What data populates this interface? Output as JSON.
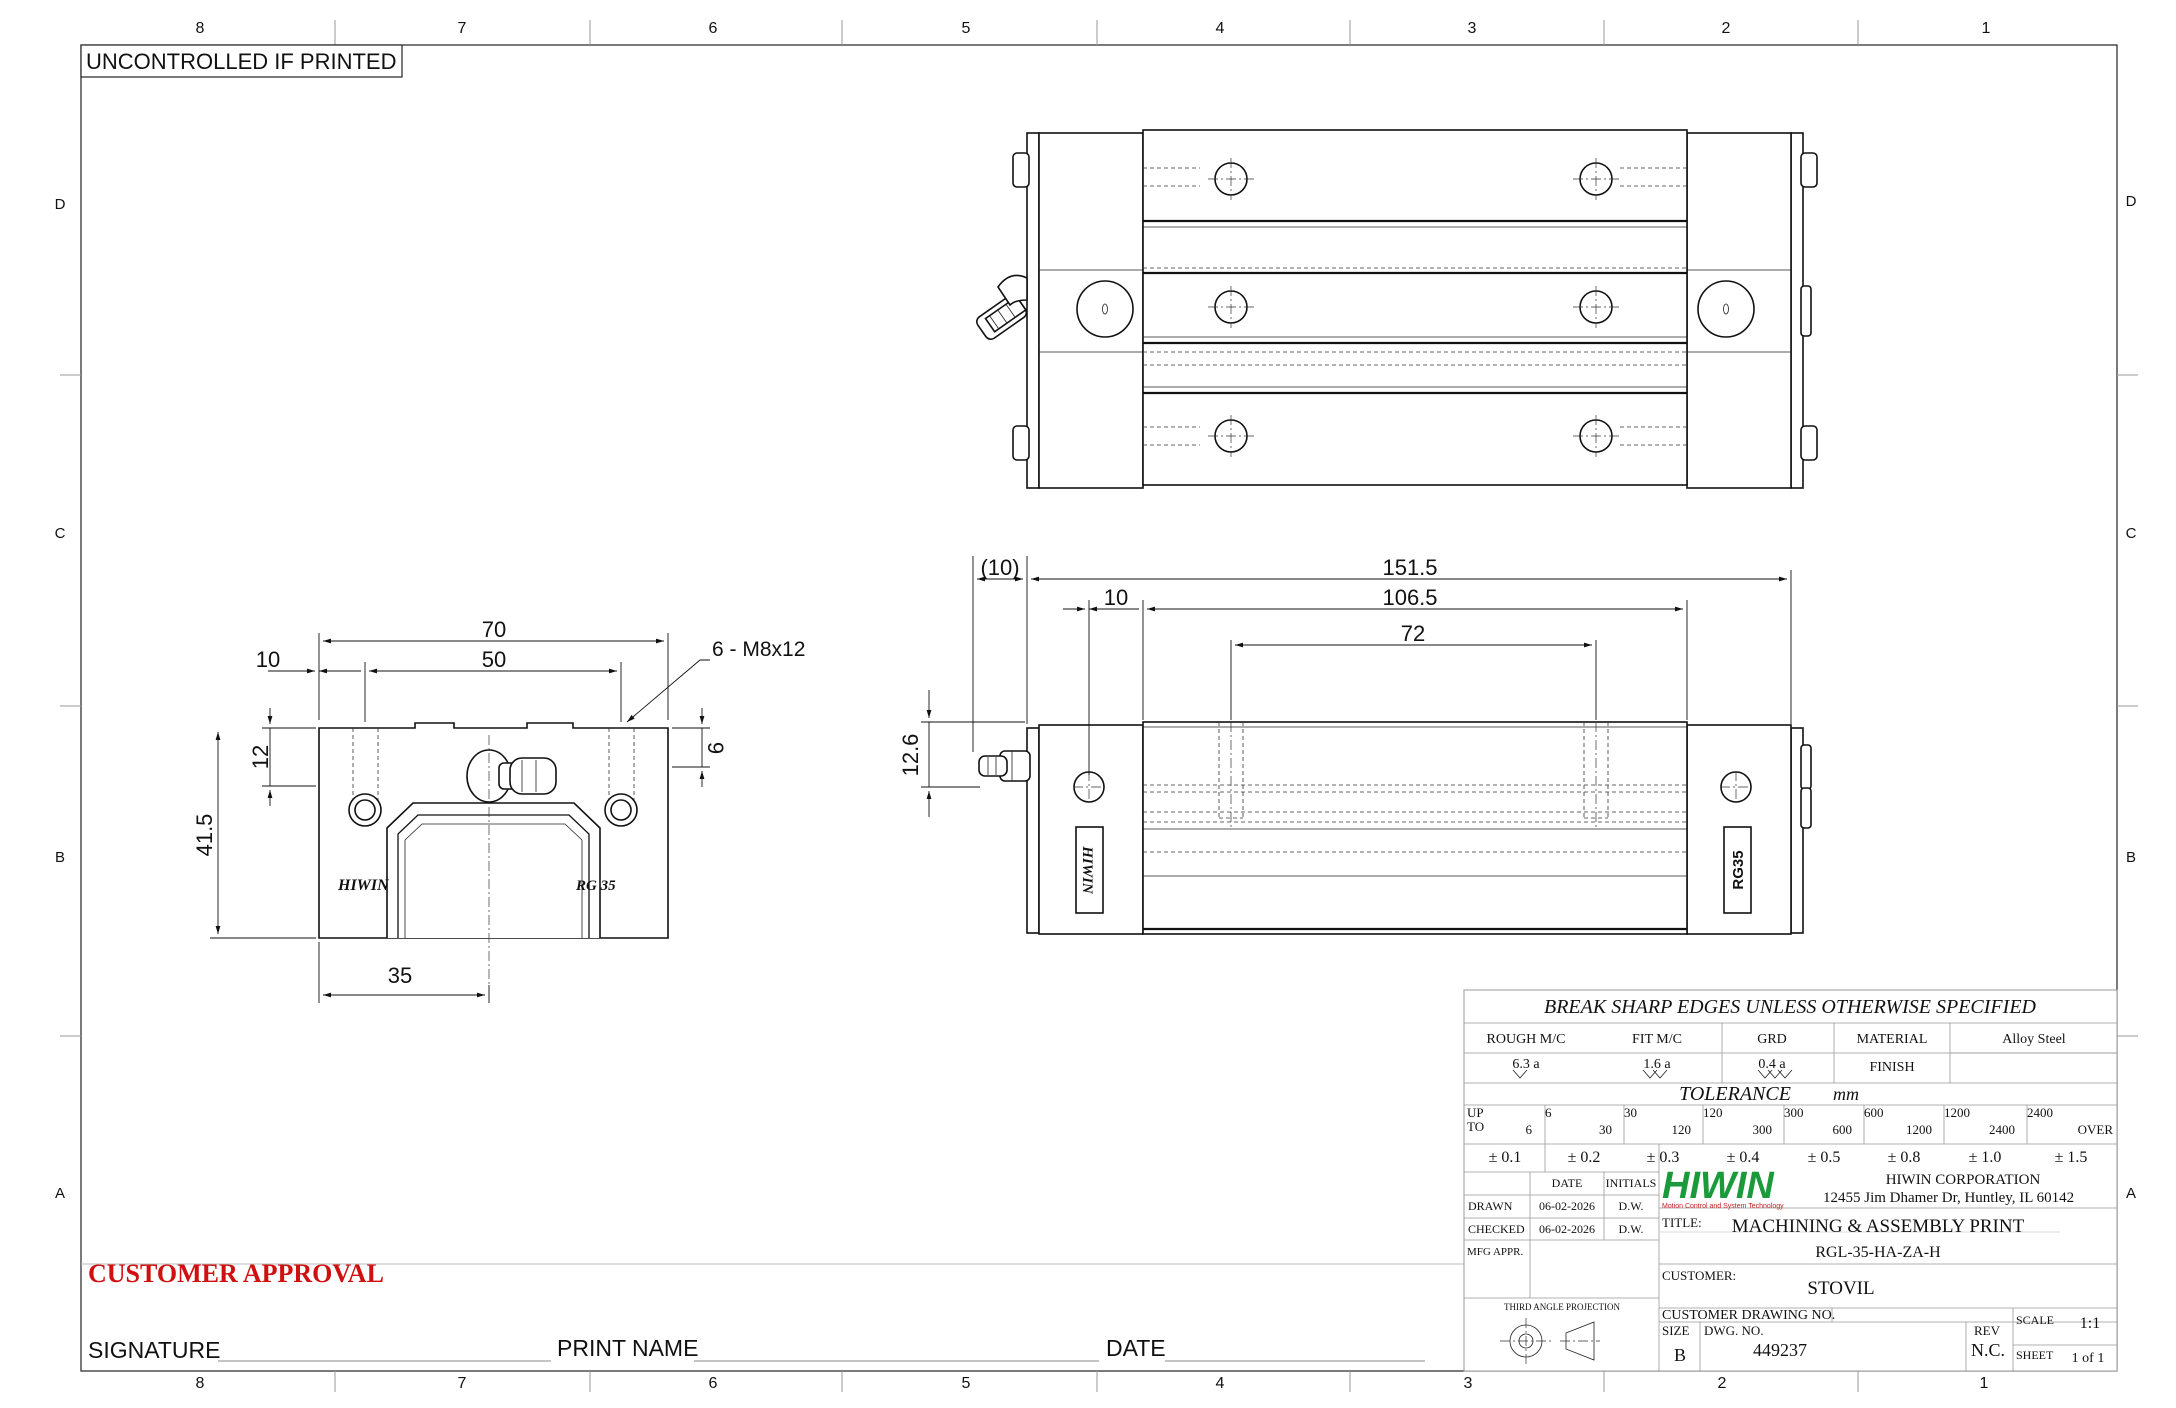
{
  "header": {
    "uncontrolled": "UNCONTROLLED IF PRINTED"
  },
  "zones": {
    "columns": [
      "8",
      "7",
      "6",
      "5",
      "4",
      "3",
      "2",
      "1"
    ],
    "rows": [
      "D",
      "C",
      "B",
      "A"
    ]
  },
  "dimensions": {
    "width_70": "70",
    "hole_offset_10": "10",
    "hole_spacing_50": "50",
    "thread_callout": "6 - M8x12",
    "height_12": "12",
    "height_41_5": "41.5",
    "offset_9": "9",
    "center_35": "35",
    "ref_10": "(10)",
    "length_151_5": "151.5",
    "offset_10": "10",
    "length_106_5": "106.5",
    "spacing_72": "72",
    "height_12_6": "12.6"
  },
  "part_marks": {
    "brand": "HIWIN",
    "size": "RG 35",
    "size_side": "RG35"
  },
  "approval": {
    "title": "CUSTOMER APPROVAL",
    "signature": "SIGNATURE",
    "print_name": "PRINT NAME",
    "date": "DATE"
  },
  "title_block": {
    "note": "BREAK SHARP EDGES UNLESS OTHERWISE SPECIFIED",
    "rough_label": "ROUGH M/C",
    "rough_value": "6.3 a",
    "fit_label": "FIT M/C",
    "fit_value": "1.6 a",
    "grd_label": "GRD",
    "grd_value": "0.4 a",
    "material_label": "MATERIAL",
    "material_value": "Alloy Steel",
    "finish_label": "FINISH",
    "tolerance_label": "TOLERANCE",
    "tolerance_unit": "mm",
    "up_label": "UP",
    "to_label": "TO",
    "up_values": [
      "6",
      "30",
      "120",
      "300",
      "600",
      "1200",
      "2400"
    ],
    "to_values": [
      "6",
      "30",
      "120",
      "300",
      "600",
      "1200",
      "2400",
      "OVER"
    ],
    "tol_values": [
      "± 0.1",
      "± 0.2",
      "± 0.3",
      "± 0.4",
      "± 0.5",
      "± 0.8",
      "± 1.0",
      "± 1.5"
    ],
    "date_label": "DATE",
    "initials_label": "INITIALS",
    "drawn_label": "DRAWN",
    "drawn_date": "06-02-2026",
    "drawn_initials": "D.W.",
    "checked_label": "CHECKED",
    "checked_date": "06-02-2026",
    "checked_initials": "D.W.",
    "mfg_label": "MFG APPR.",
    "logo": "HIWIN",
    "logo_tagline": "Motion Control and System Technology",
    "company": "HIWIN CORPORATION",
    "address": "12455 Jim Dhamer Dr, Huntley, IL 60142",
    "title_label": "TITLE:",
    "title_value": "MACHINING & ASSEMBLY PRINT",
    "part_number": "RGL-35-HA-ZA-H",
    "customer_label": "CUSTOMER:",
    "customer_value": "STOVIL",
    "projection": "THIRD ANGLE PROJECTION",
    "customer_dwg_label": "CUSTOMER DRAWING NO.",
    "size_label": "SIZE",
    "size_value": "B",
    "dwg_label": "DWG. NO.",
    "dwg_value": "449237",
    "rev_label": "REV",
    "rev_value": "N.C.",
    "scale_label": "SCALE",
    "scale_value": "1:1",
    "sheet_label": "SHEET",
    "sheet_value": "1 of 1"
  },
  "colors": {
    "approval_red": "#d01010",
    "logo_green": "#1a9a3a",
    "tagline_red": "#c02020"
  }
}
